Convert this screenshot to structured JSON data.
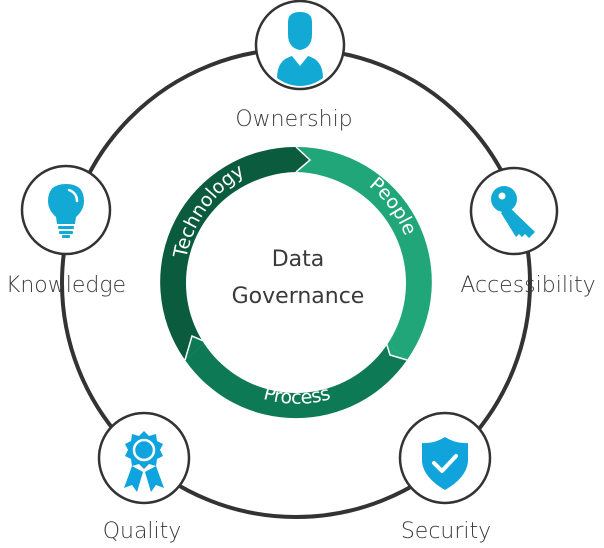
{
  "diagram": {
    "center": {
      "line1": "Data",
      "line2": "Governance"
    },
    "ring_segments": [
      {
        "label": "People",
        "color": "#21a67a"
      },
      {
        "label": "Process",
        "color": "#0e7a55"
      },
      {
        "label": "Technology",
        "color": "#0b5c3e"
      }
    ],
    "nodes": [
      {
        "label": "Ownership",
        "icon": "user-icon"
      },
      {
        "label": "Accessibility",
        "icon": "key-icon"
      },
      {
        "label": "Security",
        "icon": "shield-check-icon"
      },
      {
        "label": "Quality",
        "icon": "award-ribbon-icon"
      },
      {
        "label": "Knowledge",
        "icon": "lightbulb-icon"
      }
    ],
    "colors": {
      "icon": "#12a9d4",
      "outline": "#333333",
      "text": "#3a3a3a"
    }
  }
}
